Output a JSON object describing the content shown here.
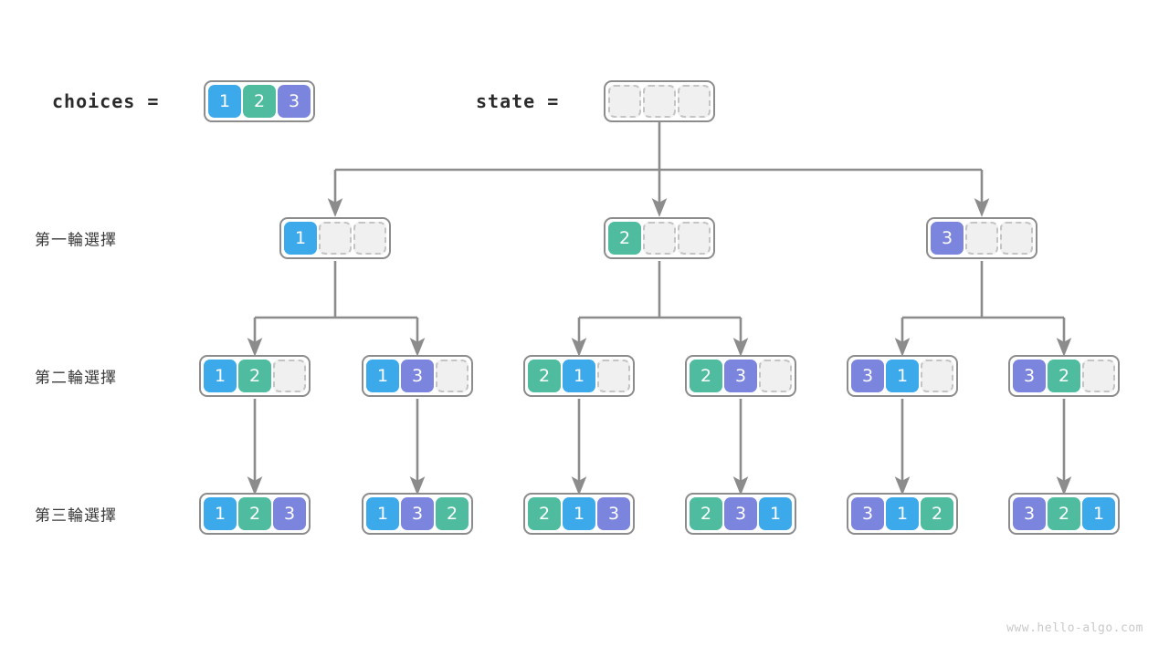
{
  "meta": {
    "watermark": "www.hello-algo.com",
    "colors": {
      "value1": "#3ba9ea",
      "value2": "#4fbca0",
      "value3": "#7b85dd",
      "empty_fill": "#f0f0f0",
      "empty_border": "#c4c4c4",
      "array_border": "#8c8c8c",
      "wire": "#8c8c8c",
      "text": "#2b2b2b",
      "watermark": "#c9c9c9"
    }
  },
  "header": {
    "choices_label": "choices =",
    "state_label": "state =",
    "choices_cells": [
      "1",
      "2",
      "3"
    ],
    "state_cells": [
      "",
      "",
      ""
    ]
  },
  "row_labels": {
    "level1": "第一輪選擇",
    "level2": "第二輪選擇",
    "level3": "第三輪選擇"
  },
  "levels": [
    {
      "name": "level1",
      "label": "第一輪選擇",
      "nodes": [
        {
          "cells": [
            "1",
            "",
            ""
          ]
        },
        {
          "cells": [
            "2",
            "",
            ""
          ]
        },
        {
          "cells": [
            "3",
            "",
            ""
          ]
        }
      ]
    },
    {
      "name": "level2",
      "label": "第二輪選擇",
      "nodes": [
        {
          "cells": [
            "1",
            "2",
            ""
          ]
        },
        {
          "cells": [
            "1",
            "3",
            ""
          ]
        },
        {
          "cells": [
            "2",
            "1",
            ""
          ]
        },
        {
          "cells": [
            "2",
            "3",
            ""
          ]
        },
        {
          "cells": [
            "3",
            "1",
            ""
          ]
        },
        {
          "cells": [
            "3",
            "2",
            ""
          ]
        }
      ]
    },
    {
      "name": "level3",
      "label": "第三輪選擇",
      "nodes": [
        {
          "cells": [
            "1",
            "2",
            "3"
          ]
        },
        {
          "cells": [
            "1",
            "3",
            "2"
          ]
        },
        {
          "cells": [
            "2",
            "1",
            "3"
          ]
        },
        {
          "cells": [
            "2",
            "3",
            "1"
          ]
        },
        {
          "cells": [
            "3",
            "1",
            "2"
          ]
        },
        {
          "cells": [
            "3",
            "2",
            "1"
          ]
        }
      ]
    }
  ]
}
